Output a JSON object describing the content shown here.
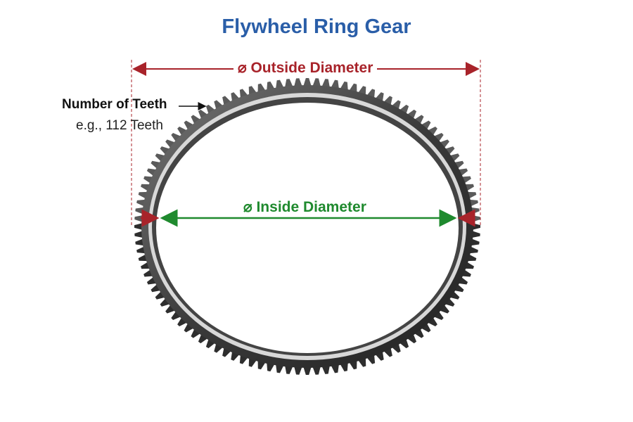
{
  "title": "Flywheel Ring Gear",
  "outside_diameter_label": "⌀ Outside Diameter",
  "inside_diameter_label": "⌀ Inside Diameter",
  "teeth_label": "Number of Teeth",
  "teeth_example": "e.g., 112 Teeth",
  "tooth_count": 112,
  "colors": {
    "title": "#2a5ea8",
    "outside": "#a8232a",
    "inside": "#1f8a2e"
  }
}
